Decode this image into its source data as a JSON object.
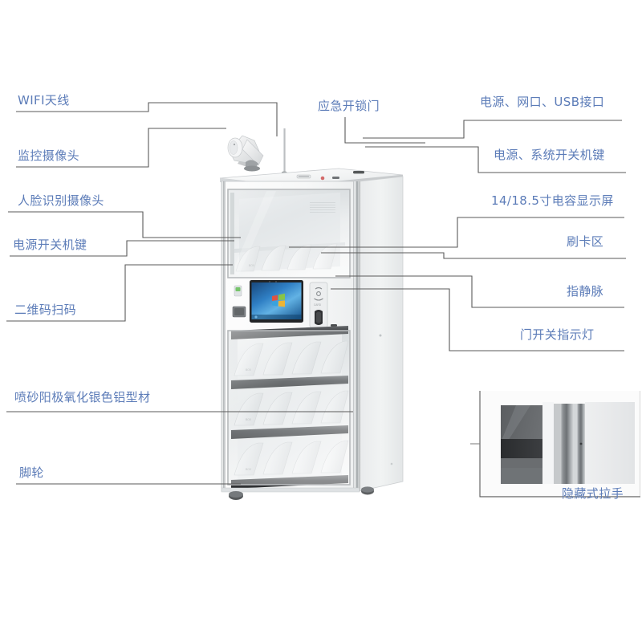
{
  "diagram": {
    "type": "annotated-product-diagram",
    "subject": "intelligent-storage-cabinet",
    "text_color": "#5c7cb8",
    "leader_color": "#5a5a5a",
    "background": "#ffffff"
  },
  "labels": {
    "left": [
      {
        "id": "wifi-antenna",
        "text": "WIFI天线"
      },
      {
        "id": "cctv-camera",
        "text": "监控摄像头"
      },
      {
        "id": "face-camera",
        "text": "人脸识别摄像头"
      },
      {
        "id": "power-key",
        "text": "电源开关机键"
      },
      {
        "id": "qr-scanner",
        "text": "二维码扫码"
      },
      {
        "id": "aluminium",
        "text": "喷砂阳极氧化银色铝型材"
      },
      {
        "id": "caster",
        "text": "脚轮"
      }
    ],
    "top": [
      {
        "id": "emergency-unlock-door",
        "text": "应急开锁门"
      }
    ],
    "right": [
      {
        "id": "power-lan-usb",
        "text": "电源、网口、USB接口"
      },
      {
        "id": "power-sys-key",
        "text": "电源、系统开关机键"
      },
      {
        "id": "display-screen",
        "text": "14/18.5寸电容显示屏"
      },
      {
        "id": "card-reader",
        "text": "刷卡区"
      },
      {
        "id": "finger-vein",
        "text": "指静脉"
      },
      {
        "id": "door-indicator",
        "text": "门开关指示灯"
      }
    ],
    "inset": [
      {
        "id": "hidden-handle",
        "text": "隐藏式拉手"
      }
    ]
  },
  "cabinet": {
    "name": "smart-cabinet",
    "sections": {
      "top_glass_compartment": "1",
      "lower_shelves": "3",
      "shelf_dividers_per_shelf": "4"
    },
    "screen": {
      "name": "touch-display",
      "wallpaper": "windows-blue-flag"
    }
  }
}
